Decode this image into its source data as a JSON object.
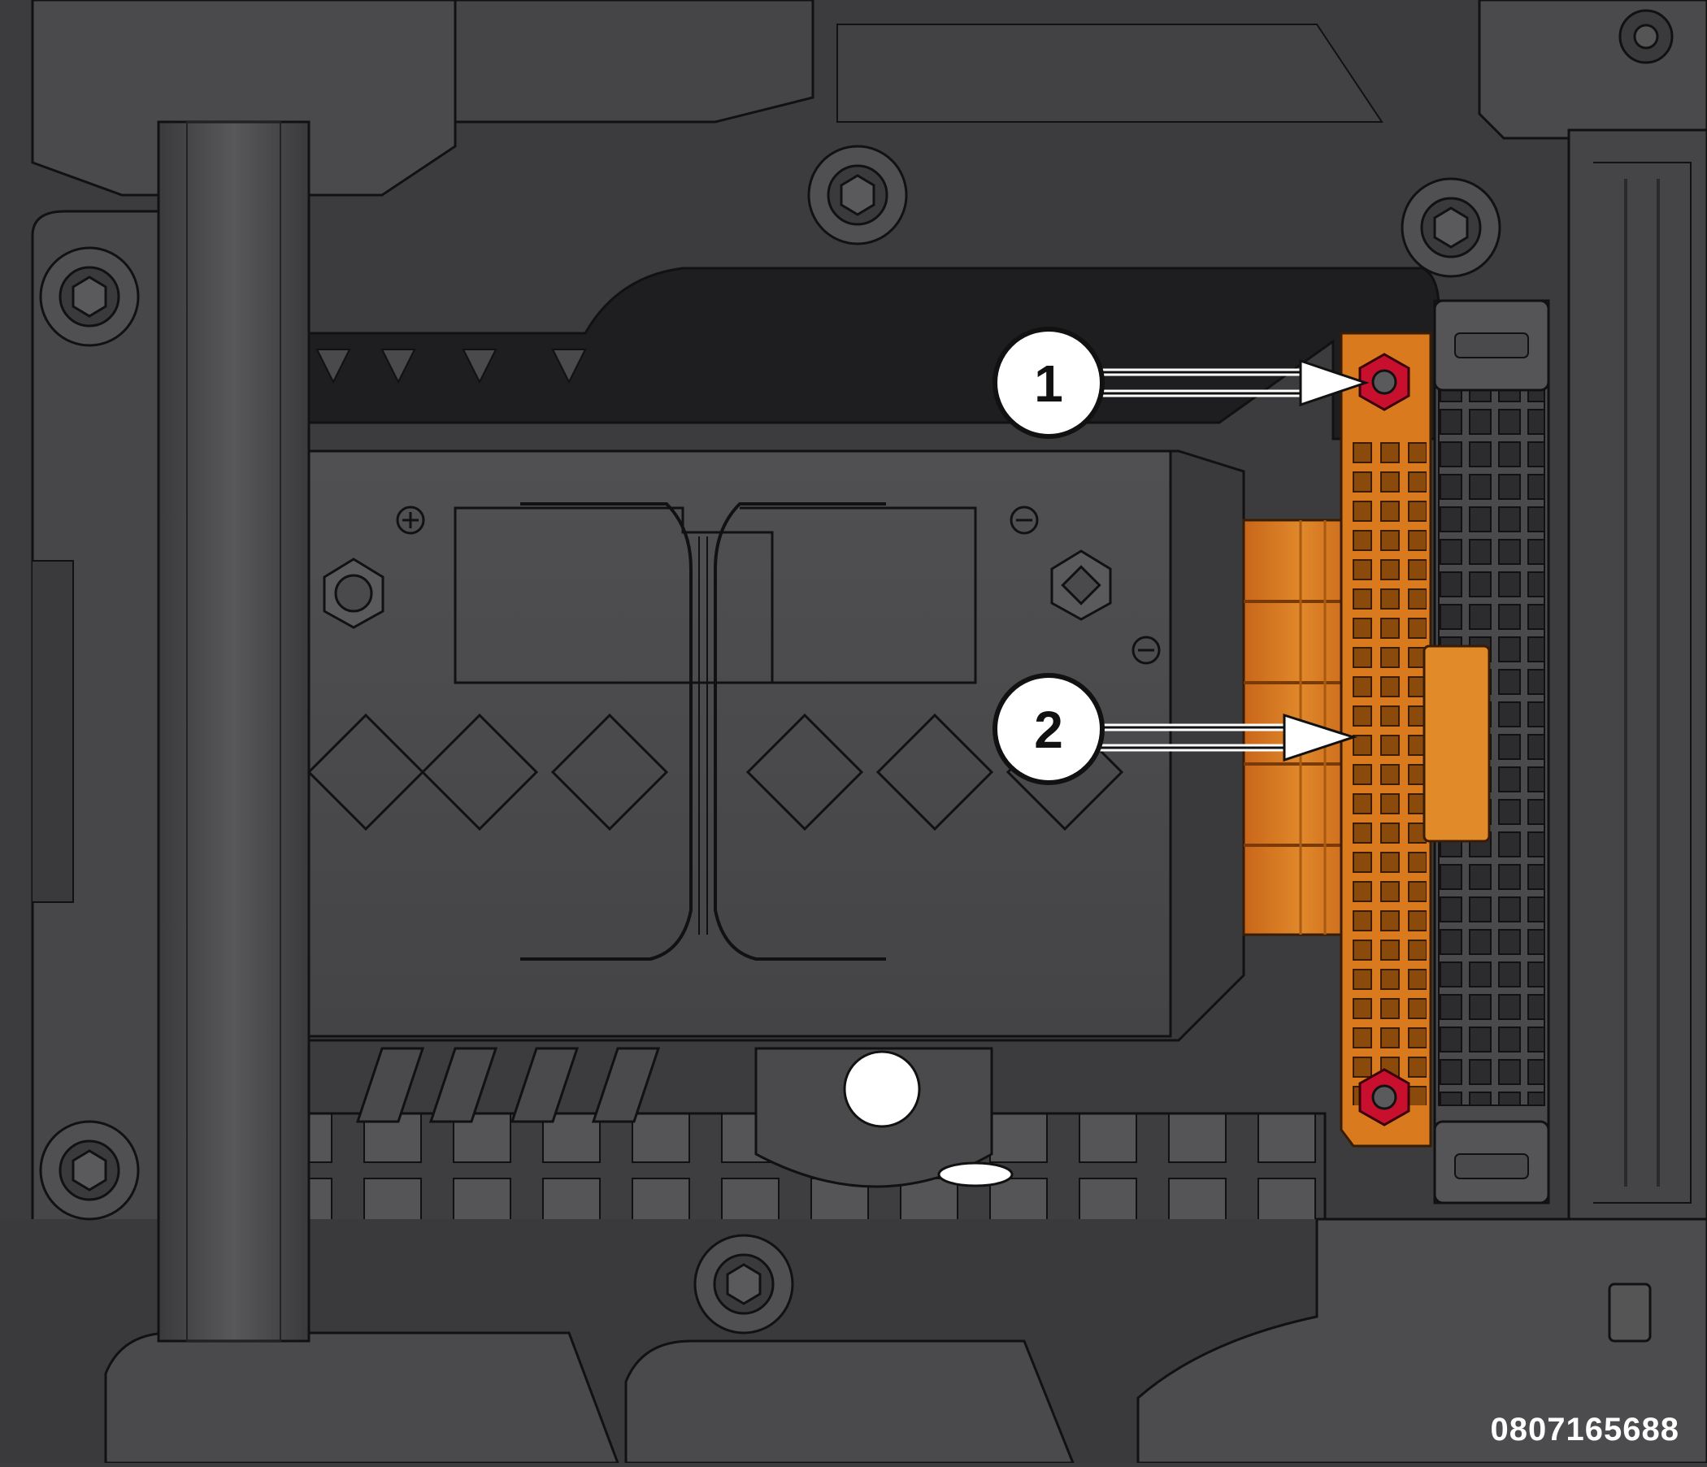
{
  "figure_id": "0807165688",
  "callouts": [
    {
      "number": "1",
      "target": "upper-mounting-nut"
    },
    {
      "number": "2",
      "target": "module-bracket"
    }
  ],
  "colors": {
    "background": "#3c3c3e",
    "panel": "#4a4a4c",
    "panel_dark": "#2a2a2c",
    "line": "#111111",
    "highlight_orange": "#d97a1e",
    "highlight_orange_dark": "#a85a10",
    "nut_red": "#c8102e",
    "callout_fill": "#ffffff"
  }
}
